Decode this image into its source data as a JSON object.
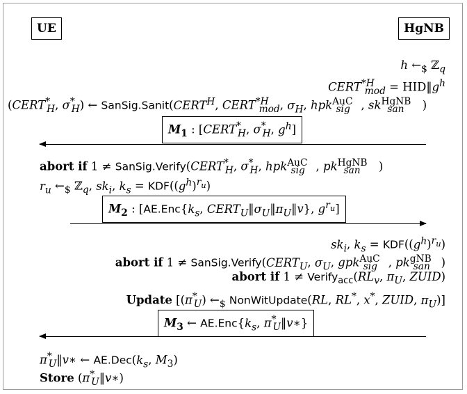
{
  "parties": {
    "left": "UE",
    "right": "HgNB"
  },
  "steps": {
    "s1": "h ←$ ℤq",
    "s2": "CERT*Hmod = HID‖gh",
    "s3": "(CERT*H, σ*H) ← SanSig.Sanit(CERTH, CERT*Hmod, σH, hpkAuCsig, skHgNBsan)",
    "m1": "M1 : [CERT*H, σ*H, gh]",
    "s4": "abort if 1 ≠ SanSig.Verify(CERT*H, σ*H, hpkAuCsig, pkHgNBsan)",
    "s5": "ru ←$ ℤq, ski, ks = KDF((gh)ru)",
    "m2": "M2 : [AE.Enc{ks, CERTU‖σU‖πU‖v}, gru]",
    "s6": "ski, ks = KDF((gh)ru)",
    "s7": "abort if 1 ≠ SanSig.Verify(CERTU, σU, gpkAuCsig, pkgNBsan)",
    "s8": "abort if 1 ≠ Verifyacc(RLv, πU, ZUID)",
    "s9": "Update [(π*U) ←$ NonWitUpdate(RL, RL*, x*, ZUID, πU)]",
    "m3": "M3 ← AE.Enc{ks, π*U‖v*}",
    "s10": "π*U‖v* ← AE.Dec(ks, M3)",
    "s11": "Store (π*U‖v*)"
  }
}
